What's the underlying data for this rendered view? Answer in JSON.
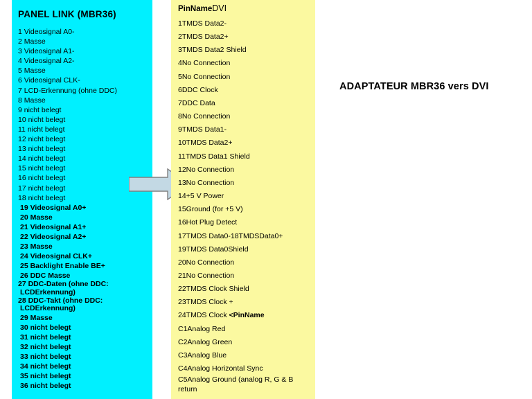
{
  "caption": "ADAPTATEUR MBR36 vers DVI",
  "colors": {
    "panel_link_bg": "#00f0ff",
    "dvi_panel_bg": "#fbf9a0",
    "arrow_fill": "#c3d9e4",
    "arrow_border": "#808080",
    "page_bg": "#ffffff",
    "text": "#000000"
  },
  "panel_link": {
    "title": "PANEL LINK  (MBR36)",
    "rows": [
      {
        "text": "1 Videosignal A0-",
        "bold": false,
        "wrap": false
      },
      {
        "text": "2 Masse",
        "bold": false,
        "wrap": false
      },
      {
        "text": "3 Videosignal A1-",
        "bold": false,
        "wrap": false
      },
      {
        "text": "4 Videosignal A2-",
        "bold": false,
        "wrap": false
      },
      {
        "text": "5 Masse",
        "bold": false,
        "wrap": false
      },
      {
        "text": "6 Videosignal CLK-",
        "bold": false,
        "wrap": false
      },
      {
        "text": "7 LCD-Erkennung (ohne DDC)",
        "bold": false,
        "wrap": false
      },
      {
        "text": "8 Masse",
        "bold": false,
        "wrap": false
      },
      {
        "text": "9 nicht belegt",
        "bold": false,
        "wrap": false
      },
      {
        "text": "10 nicht belegt",
        "bold": false,
        "wrap": false
      },
      {
        "text": "11 nicht belegt",
        "bold": false,
        "wrap": false
      },
      {
        "text": "12 nicht belegt",
        "bold": false,
        "wrap": false
      },
      {
        "text": "13 nicht belegt",
        "bold": false,
        "wrap": false
      },
      {
        "text": "14 nicht belegt",
        "bold": false,
        "wrap": false
      },
      {
        "text": "15 nicht belegt",
        "bold": false,
        "wrap": false
      },
      {
        "text": "16 nicht belegt",
        "bold": false,
        "wrap": false
      },
      {
        "text": "17 nicht belegt",
        "bold": false,
        "wrap": false
      },
      {
        "text": "18 nicht belegt",
        "bold": false,
        "wrap": false
      },
      {
        "text": "19 Videosignal A0+",
        "bold": true,
        "wrap": false
      },
      {
        "text": "20 Masse",
        "bold": true,
        "wrap": false
      },
      {
        "text": "21 Videosignal A1+",
        "bold": true,
        "wrap": false
      },
      {
        "text": "22 Videosignal A2+",
        "bold": true,
        "wrap": false
      },
      {
        "text": "23 Masse",
        "bold": true,
        "wrap": false
      },
      {
        "text": "24 Videosignal CLK+",
        "bold": true,
        "wrap": false
      },
      {
        "text": "25 Backlight Enable BE+",
        "bold": true,
        "wrap": false
      },
      {
        "text": "26 DDC Masse",
        "bold": true,
        "wrap": false
      },
      {
        "text": "27 DDC-Daten (ohne DDC: LCDErkennung)",
        "bold": true,
        "wrap": true
      },
      {
        "text": "28 DDC-Takt (ohne DDC: LCDErkennung)",
        "bold": true,
        "wrap": true
      },
      {
        "text": "29 Masse",
        "bold": true,
        "wrap": false
      },
      {
        "text": "30 nicht belegt",
        "bold": true,
        "wrap": false
      },
      {
        "text": "31 nicht belegt",
        "bold": true,
        "wrap": false
      },
      {
        "text": "32 nicht belegt",
        "bold": true,
        "wrap": false
      },
      {
        "text": "33 nicht belegt",
        "bold": true,
        "wrap": false
      },
      {
        "text": "34 nicht belegt",
        "bold": true,
        "wrap": false
      },
      {
        "text": "35 nicht belegt",
        "bold": true,
        "wrap": false
      },
      {
        "text": "36 nicht belegt",
        "bold": true,
        "wrap": false
      }
    ]
  },
  "dvi_panel": {
    "header_pin": "PinName",
    "header_dvi": "DVI",
    "rows": [
      {
        "text": "1TMDS Data2-",
        "wrap": false,
        "emph": ""
      },
      {
        "text": "2TMDS Data2+",
        "wrap": false,
        "emph": ""
      },
      {
        "text": "3TMDS Data2 Shield",
        "wrap": false,
        "emph": ""
      },
      {
        "text": "4No Connection",
        "wrap": false,
        "emph": ""
      },
      {
        "text": "5No Connection",
        "wrap": false,
        "emph": ""
      },
      {
        "text": "6DDC Clock",
        "wrap": false,
        "emph": ""
      },
      {
        "text": "7DDC Data",
        "wrap": false,
        "emph": ""
      },
      {
        "text": "8No Connection",
        "wrap": false,
        "emph": ""
      },
      {
        "text": "9TMDS Data1-",
        "wrap": false,
        "emph": ""
      },
      {
        "text": "10TMDS Data2+",
        "wrap": false,
        "emph": ""
      },
      {
        "text": "11TMDS Data1 Shield",
        "wrap": false,
        "emph": ""
      },
      {
        "text": "12No Connection",
        "wrap": false,
        "emph": ""
      },
      {
        "text": "13No Connection",
        "wrap": false,
        "emph": ""
      },
      {
        "text": "14+5 V Power",
        "wrap": false,
        "emph": ""
      },
      {
        "text": "15Ground (for +5 V)",
        "wrap": false,
        "emph": ""
      },
      {
        "text": "16Hot Plug Detect",
        "wrap": false,
        "emph": ""
      },
      {
        "text": "17TMDS Data0-18TMDSData0+",
        "wrap": false,
        "emph": ""
      },
      {
        "text": "19TMDS Data0Shield",
        "wrap": false,
        "emph": ""
      },
      {
        "text": "20No Connection",
        "wrap": false,
        "emph": ""
      },
      {
        "text": "21No Connection",
        "wrap": false,
        "emph": ""
      },
      {
        "text": "22TMDS Clock Shield",
        "wrap": false,
        "emph": ""
      },
      {
        "text": "23TMDS Clock +",
        "wrap": false,
        "emph": ""
      },
      {
        "text": "24TMDS Clock ",
        "wrap": false,
        "emph": "<PinName"
      },
      {
        "text": "C1Analog Red",
        "wrap": false,
        "emph": ""
      },
      {
        "text": "C2Analog Green",
        "wrap": false,
        "emph": ""
      },
      {
        "text": "C3Analog Blue",
        "wrap": false,
        "emph": ""
      },
      {
        "text": "C4Analog Horizontal Sync",
        "wrap": false,
        "emph": ""
      },
      {
        "text": "C5Analog Ground (analog R, G & B return",
        "wrap": true,
        "emph": ""
      }
    ]
  },
  "arrow": {
    "name": "right-arrow",
    "direction": "right"
  }
}
